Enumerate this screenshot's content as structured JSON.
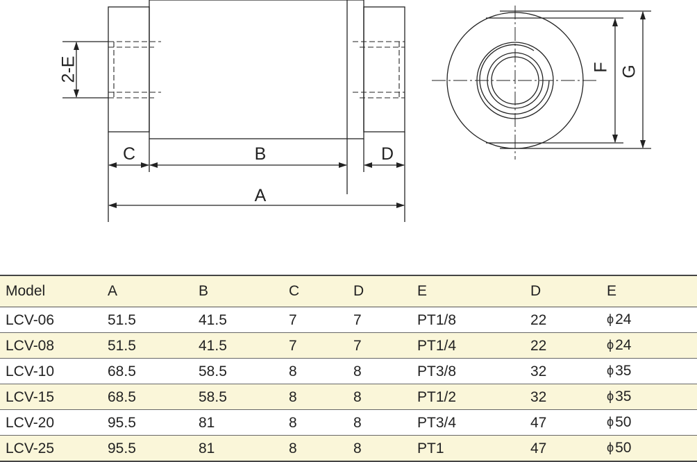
{
  "drawing": {
    "side_view": {
      "labels": {
        "e": "2-E",
        "c": "C",
        "b": "B",
        "d": "D",
        "a": "A"
      }
    },
    "end_view": {
      "labels": {
        "f": "F",
        "g": "G"
      }
    }
  },
  "table": {
    "headers": [
      "Model",
      "A",
      "B",
      "C",
      "D",
      "E",
      "D",
      "E"
    ],
    "rows": [
      {
        "model": "LCV-06",
        "a": "51.5",
        "b": "41.5",
        "c": "7",
        "d": "7",
        "e": "PT1/8",
        "d2": "22",
        "phi_symbol": "ϕ",
        "e2": "24"
      },
      {
        "model": "LCV-08",
        "a": "51.5",
        "b": "41.5",
        "c": "7",
        "d": "7",
        "e": "PT1/4",
        "d2": "22",
        "phi_symbol": "ϕ",
        "e2": "24"
      },
      {
        "model": "LCV-10",
        "a": "68.5",
        "b": "58.5",
        "c": "8",
        "d": "8",
        "e": "PT3/8",
        "d2": "32",
        "phi_symbol": "ϕ",
        "e2": "35"
      },
      {
        "model": "LCV-15",
        "a": "68.5",
        "b": "58.5",
        "c": "8",
        "d": "8",
        "e": "PT1/2",
        "d2": "32",
        "phi_symbol": "ϕ",
        "e2": "35"
      },
      {
        "model": "LCV-20",
        "a": "95.5",
        "b": "81",
        "c": "8",
        "d": "8",
        "e": "PT3/4",
        "d2": "47",
        "phi_symbol": "ϕ",
        "e2": "50"
      },
      {
        "model": "LCV-25",
        "a": "95.5",
        "b": "81",
        "c": "8",
        "d": "8",
        "e": "PT1",
        "d2": "47",
        "phi_symbol": "ϕ",
        "e2": "50"
      }
    ]
  }
}
